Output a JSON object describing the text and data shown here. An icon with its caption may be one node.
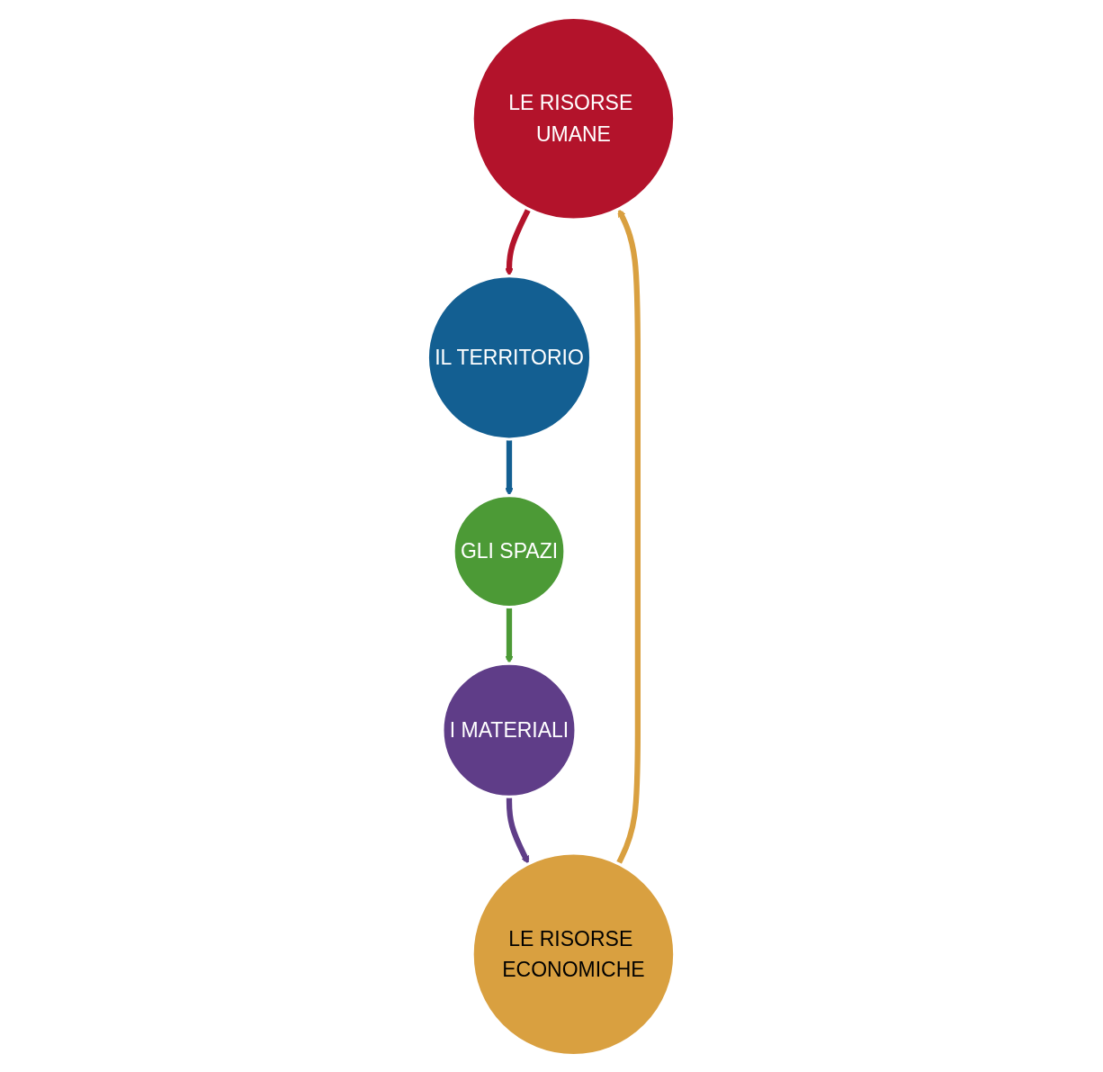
{
  "diagram": {
    "nodes": [
      {
        "text": [
          "LE RISORSE UMANE"
        ]
      },
      {
        "text": [
          "IL TERRITORIO"
        ]
      },
      {
        "text": [
          "GLI SPAZI"
        ]
      },
      {
        "text": [
          "I MATERIALI"
        ]
      },
      {
        "text": [
          "LE RISORSE ECONOMICHE"
        ]
      }
    ],
    "edges": [
      {
        "from": 0,
        "to": 1,
        "arrow": "to",
        "color": "#b3132b"
      },
      {
        "from": 1,
        "to": 2,
        "arrow": "to",
        "color": "#135f92"
      },
      {
        "from": 2,
        "to": 3,
        "arrow": "to",
        "color": "#4c9a36"
      },
      {
        "from": 3,
        "to": 4,
        "arrow": "to",
        "color": "#5f3d88"
      },
      {
        "from": 4,
        "to": 0,
        "arrow": "to",
        "color": "#d9a040"
      }
    ]
  }
}
